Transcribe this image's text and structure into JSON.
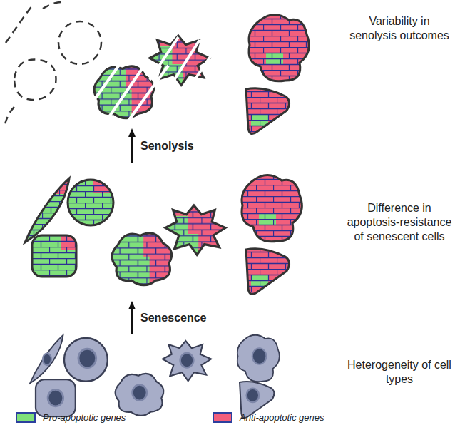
{
  "diagram": {
    "labels": [
      "Variability in senolysis outcomes",
      "Senolysis",
      "Difference in apoptosis-resistance of senescent cells",
      "Senescence",
      "Heterogeneity of cell types"
    ],
    "legend": [
      {
        "text": "Pro-apoptotic genes",
        "color": "#7fe07a"
      },
      {
        "text": "Anti-apoptotic genes",
        "color": "#f25f7c"
      }
    ]
  }
}
